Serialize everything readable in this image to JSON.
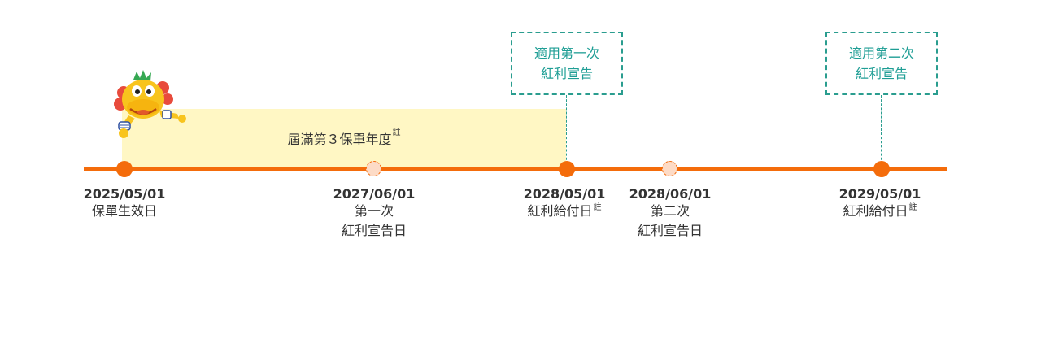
{
  "period": {
    "label": "屆滿第３保單年度",
    "note": "註"
  },
  "boxes": [
    {
      "line1": "適用第一次",
      "line2": "紅利宣告"
    },
    {
      "line1": "適用第二次",
      "line2": "紅利宣告"
    }
  ],
  "milestones": [
    {
      "date": "2025/05/01",
      "label1": "保單生效日"
    },
    {
      "date": "2027/06/01",
      "label1": "第一次",
      "label2": "紅利宣告日"
    },
    {
      "date": "2028/05/01",
      "label1": "紅利給付日",
      "note": "註"
    },
    {
      "date": "2028/06/01",
      "label1": "第二次",
      "label2": "紅利宣告日"
    },
    {
      "date": "2029/05/01",
      "label1": "紅利給付日",
      "note": "註"
    }
  ],
  "colors": {
    "timeline": "#f46c0b",
    "box_border": "#2a9d8f",
    "band": "#fff7c4"
  },
  "icons": {
    "mascot": "dragon-mascot-icon"
  }
}
